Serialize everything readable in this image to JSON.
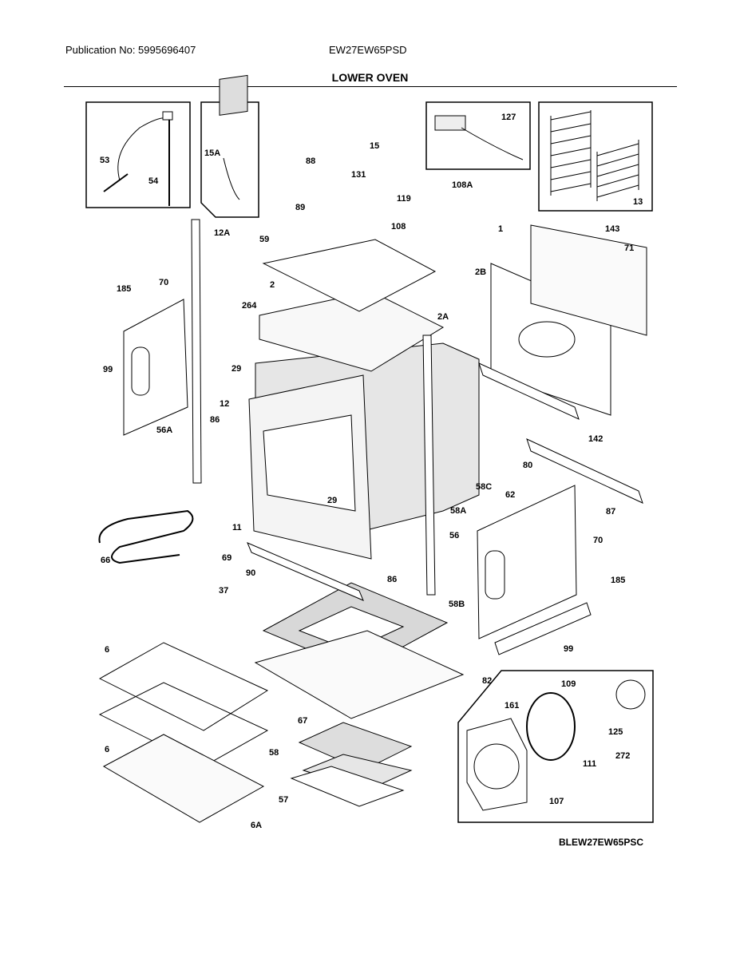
{
  "header": {
    "publication": "Publication No: 5995696407",
    "model": "EW27EW65PSD",
    "title": "LOWER OVEN"
  },
  "footer": {
    "code": "BLEW27EW65PSC"
  },
  "parts": [
    "53",
    "54",
    "15A",
    "15",
    "88",
    "131",
    "119",
    "108A",
    "108",
    "127",
    "13",
    "1",
    "143",
    "71",
    "12A",
    "59",
    "89",
    "2",
    "2B",
    "2A",
    "264",
    "185",
    "70",
    "29",
    "99",
    "12",
    "86",
    "56A",
    "11",
    "29",
    "58C",
    "80",
    "142",
    "62",
    "87",
    "58A",
    "56",
    "66",
    "69",
    "90",
    "37",
    "86",
    "70",
    "185",
    "99",
    "58B",
    "82",
    "6",
    "6",
    "6A",
    "67",
    "58",
    "57",
    "161",
    "109",
    "125",
    "111",
    "272",
    "107"
  ]
}
